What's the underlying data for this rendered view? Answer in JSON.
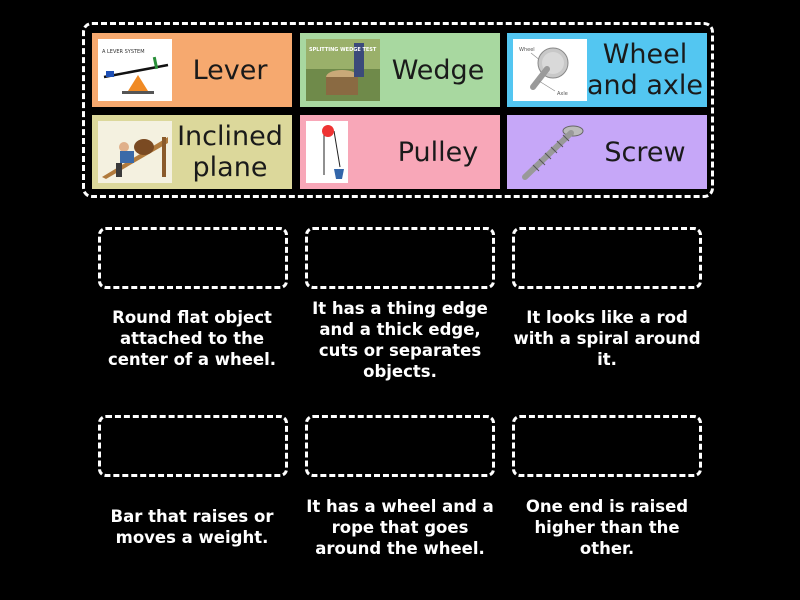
{
  "tiles": [
    {
      "label": "Lever",
      "color": "#f6a96f"
    },
    {
      "label": "Wedge",
      "color": "#a8d8a0"
    },
    {
      "label": "Wheel and axle",
      "color": "#53c6f1"
    },
    {
      "label": "Inclined plane",
      "color": "#dcd89b"
    },
    {
      "label": "Pulley",
      "color": "#f8a7b8"
    },
    {
      "label": "Screw",
      "color": "#c6a7f8"
    }
  ],
  "thumbs": {
    "lever": {
      "caption": "A LEVER SYSTEM"
    },
    "wedge": {
      "caption": "SPLITTING WEDGE TEST"
    },
    "wheel": {
      "caption1": "Wheel",
      "caption2": "Axle"
    }
  },
  "descriptions": [
    "Round flat object attached to the center of a wheel.",
    "It has a thing edge and a thick edge, cuts or separates objects.",
    "It looks like a rod with a spiral around it.",
    "Bar that raises or moves a weight.",
    "It has a wheel and a rope that goes around the wheel.",
    "One end is raised higher than the other."
  ]
}
